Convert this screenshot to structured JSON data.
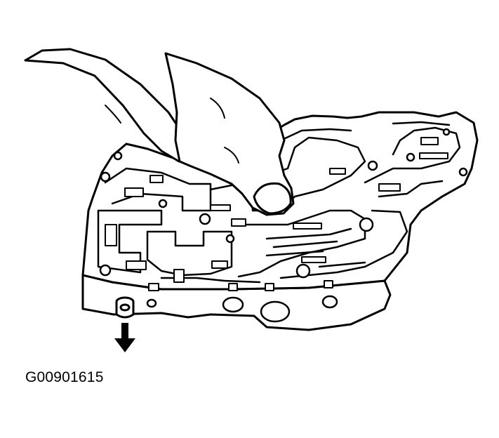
{
  "figure": {
    "code": "G00901615",
    "colors": {
      "ink": "#000000",
      "paper": "#ffffff"
    },
    "icons": {
      "arrow": "down-arrow-icon",
      "hand": "hand-illustration",
      "part": "valve-body-illustration"
    }
  }
}
